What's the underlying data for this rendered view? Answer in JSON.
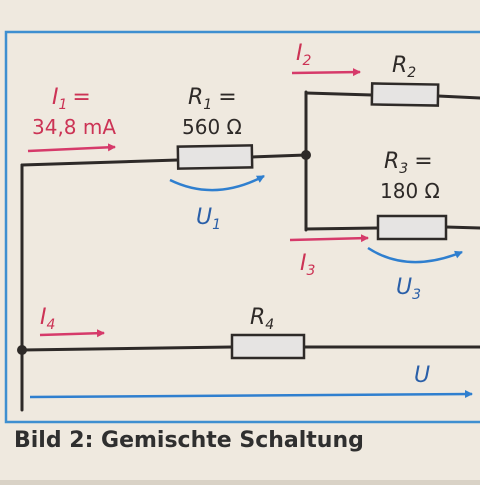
{
  "diagram": {
    "caption": "Bild 2: Gemischte Schaltung",
    "colors": {
      "paper": "#efe9df",
      "wire": "#2e2a28",
      "resistor_fill": "#e6e4e3",
      "current_arrow": "#d63a6a",
      "current_label": "#cc3355",
      "voltage_arrow": "#2f7fcf",
      "voltage_label": "#2a5fa8",
      "frame": "#3e8fd0"
    },
    "labels": {
      "i1": "I",
      "i1_sub": "1",
      "i1_eq": "=",
      "i1_value": "34,8 mA",
      "i2": "I",
      "i2_sub": "2",
      "i3": "I",
      "i3_sub": "3",
      "i4": "I",
      "i4_sub": "4",
      "r1": "R",
      "r1_sub": "1",
      "r1_eq": "=",
      "r1_value": "560 Ω",
      "r2": "R",
      "r2_sub": "2",
      "r3": "R",
      "r3_sub": "3",
      "r3_eq": "=",
      "r3_value": "180 Ω",
      "r4": "R",
      "r4_sub": "4",
      "u1": "U",
      "u1_sub": "1",
      "u3": "U",
      "u3_sub": "3",
      "u": "U"
    }
  }
}
